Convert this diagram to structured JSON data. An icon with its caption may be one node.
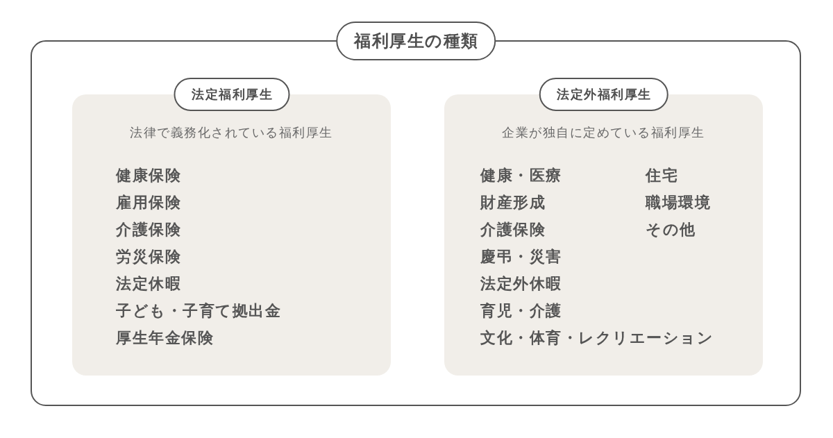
{
  "diagram": {
    "nodes": [
      {
        "text": [
          "福利厚生の種類"
        ]
      },
      {
        "text": [
          "法定福利厚生",
          "法律で義務化されている福利厚生",
          "健康保険",
          "雇用保険",
          "介護保険",
          "労災保険",
          "法定休暇",
          "子ども・子育て拠出金",
          "厚生年金保険"
        ],
        "in": 0
      },
      {
        "text": [
          "法定外福利厚生",
          "企業が独自に定めている福利厚生",
          "健康・医療",
          "財産形成",
          "介護保険",
          "慶弔・災害",
          "法定外休暇",
          "育児・介護",
          "文化・体育・レクリエーション",
          "住宅",
          "職場環境",
          "その他"
        ],
        "in": 0
      }
    ]
  }
}
